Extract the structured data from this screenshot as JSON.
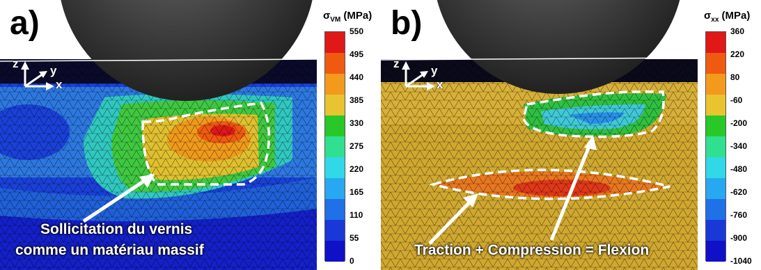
{
  "panel_a": {
    "label": "a)",
    "colorbar": {
      "title_main": "σ",
      "title_sub": "VM",
      "title_unit": " (MPa)",
      "ticks": [
        "550",
        "495",
        "440",
        "385",
        "330",
        "275",
        "220",
        "165",
        "110",
        "55",
        "0"
      ]
    },
    "annotation": [
      "Sollicitation du vernis",
      "comme un matériau massif"
    ],
    "axes": {
      "z": "z",
      "y": "y",
      "x": "x"
    }
  },
  "panel_b": {
    "label": "b)",
    "colorbar": {
      "title_main": "σ",
      "title_sub": "xx",
      "title_unit": " (MPa)",
      "ticks": [
        "360",
        "220",
        "80",
        "-60",
        "-200",
        "-340",
        "-480",
        "-620",
        "-760",
        "-900",
        "-1040"
      ]
    },
    "annotation": [
      "Traction  +  Compression = Flexion"
    ],
    "axes": {
      "z": "z",
      "y": "y",
      "x": "x"
    }
  },
  "colors": {
    "scale": [
      "#e01818",
      "#f05a10",
      "#f39a1c",
      "#e8c430",
      "#28c828",
      "#30e090",
      "#30d8e8",
      "#28a8f0",
      "#2070e8",
      "#1838d8",
      "#1010c8"
    ]
  }
}
